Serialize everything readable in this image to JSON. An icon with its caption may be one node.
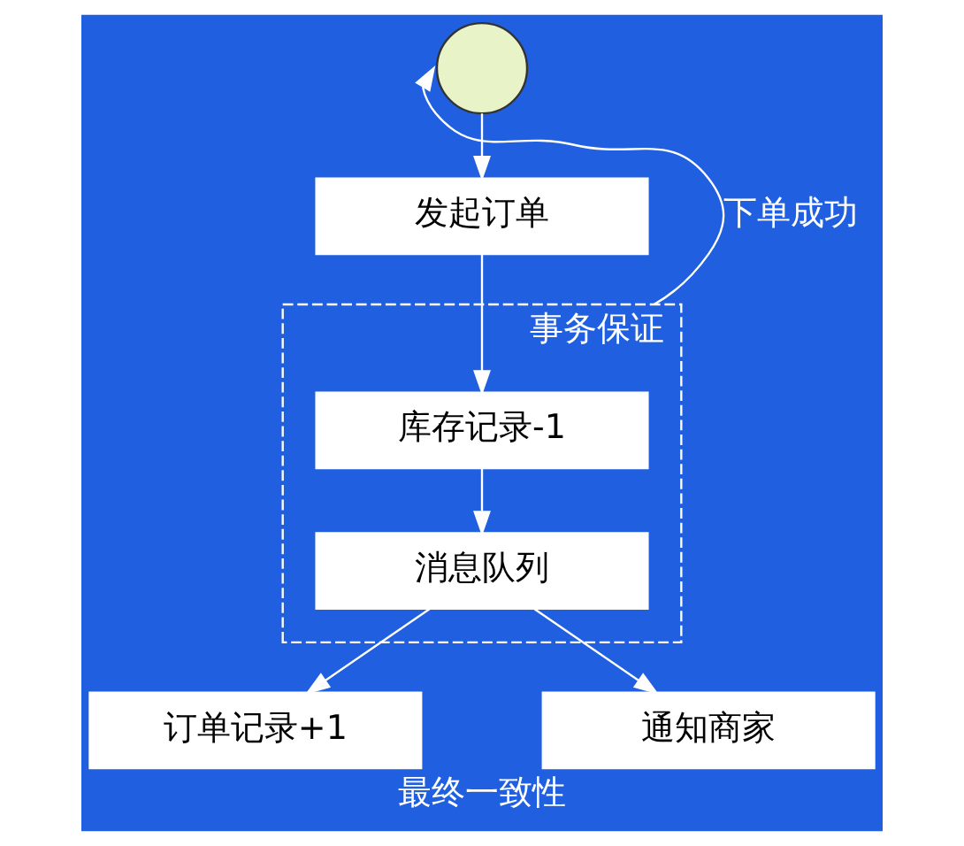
{
  "diagram": {
    "caption": "最终一致性",
    "nodes": [
      {
        "text": [],
        "shape": "circle"
      },
      {
        "text": [
          "发起订单"
        ]
      },
      {
        "text": [
          "事务保证"
        ]
      },
      {
        "text": [
          "库存记录-1"
        ],
        "in": 2
      },
      {
        "text": [
          "消息队列"
        ],
        "in": 2
      },
      {
        "text": [
          "订单记录+1"
        ]
      },
      {
        "text": [
          "通知商家"
        ]
      }
    ],
    "edges": [
      {
        "from": 0,
        "to": 1,
        "arrow": "to"
      },
      {
        "from": 1,
        "to": 3,
        "arrow": "to"
      },
      {
        "from": 3,
        "to": 4,
        "arrow": "to"
      },
      {
        "from": 2,
        "to": 0,
        "arrow": "to",
        "label": "下单成功"
      },
      {
        "from": 4,
        "to": 5,
        "arrow": "to"
      },
      {
        "from": 4,
        "to": 6,
        "arrow": "to"
      }
    ]
  }
}
